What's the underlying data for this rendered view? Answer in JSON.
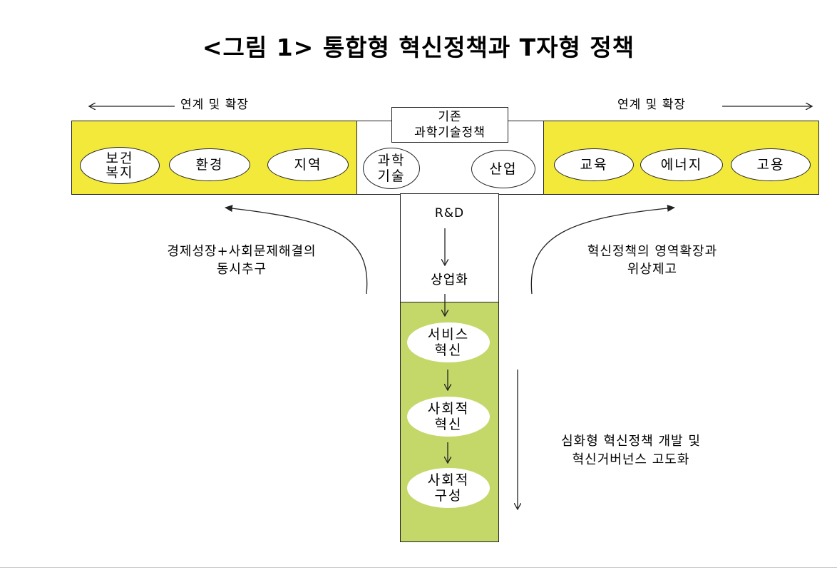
{
  "title": "<그림 1> 통합형 혁신정책과 T자형 정책",
  "top": {
    "left_label": "연계 및 확장",
    "right_label": "연계 및 확장",
    "center_title_line1": "기존",
    "center_title_line2": "과학기술정책"
  },
  "left_ovals": [
    "보건\n복지",
    "환경",
    "지역"
  ],
  "center_ovals": [
    "과학\n기술",
    "산업"
  ],
  "right_ovals": [
    "교육",
    "에너지",
    "고용"
  ],
  "stem": {
    "rd": "R&D",
    "commercialization": "상업화",
    "steps": [
      "서비스\n혁신",
      "사회적\n혁신",
      "사회적\n구성"
    ]
  },
  "annotations": {
    "left": "경제성장+사회문제해결의\n동시추구",
    "right": "혁신정책의 영역확장과\n위상제고",
    "bottom_right": "심화형 혁신정책 개발 및\n혁신거버넌스 고도화"
  },
  "colors": {
    "yellow": "#f2e93b",
    "green": "#c3d869"
  }
}
